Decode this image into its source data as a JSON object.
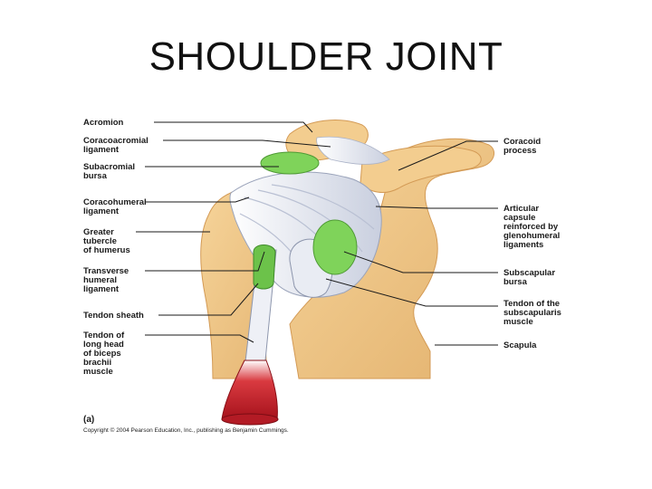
{
  "title": "SHOULDER JOINT",
  "figure": {
    "panel_label": "(a)",
    "copyright": "Copyright © 2004 Pearson Education, Inc., publishing as Benjamin Cummings.",
    "labels_left": [
      {
        "id": "acromion",
        "lines": [
          "Acromion"
        ]
      },
      {
        "id": "coracoacromial-ligament",
        "lines": [
          "Coracoacromial",
          "ligament"
        ]
      },
      {
        "id": "subacromial-bursa",
        "lines": [
          "Subacromial",
          "bursa"
        ]
      },
      {
        "id": "coracohumeral-ligament",
        "lines": [
          "Coracohumeral",
          "ligament"
        ]
      },
      {
        "id": "greater-tubercle",
        "lines": [
          "Greater",
          "tubercle",
          "of humerus"
        ]
      },
      {
        "id": "transverse-humeral-ligament",
        "lines": [
          "Transverse",
          "humeral",
          "ligament"
        ]
      },
      {
        "id": "tendon-sheath",
        "lines": [
          "Tendon sheath"
        ]
      },
      {
        "id": "biceps-tendon",
        "lines": [
          "Tendon of",
          "long head",
          "of biceps",
          "brachii",
          "muscle"
        ]
      }
    ],
    "labels_right": [
      {
        "id": "coracoid-process",
        "lines": [
          "Coracoid",
          "process"
        ]
      },
      {
        "id": "articular-capsule",
        "lines": [
          "Articular",
          "capsule",
          "reinforced by",
          "glenohumeral",
          "ligaments"
        ]
      },
      {
        "id": "subscapular-bursa",
        "lines": [
          "Subscapular",
          "bursa"
        ]
      },
      {
        "id": "subscapularis-tendon",
        "lines": [
          "Tendon of the",
          "subscapularis",
          "muscle"
        ]
      },
      {
        "id": "scapula",
        "lines": [
          "Scapula"
        ]
      }
    ],
    "colors": {
      "bone": "#f1c98a",
      "bone_shadow": "#dba763",
      "ligament": "#eef0f6",
      "ligament_shadow": "#b9c0d3",
      "bursa": "#7fd35a",
      "muscle": "#c4202b"
    }
  }
}
